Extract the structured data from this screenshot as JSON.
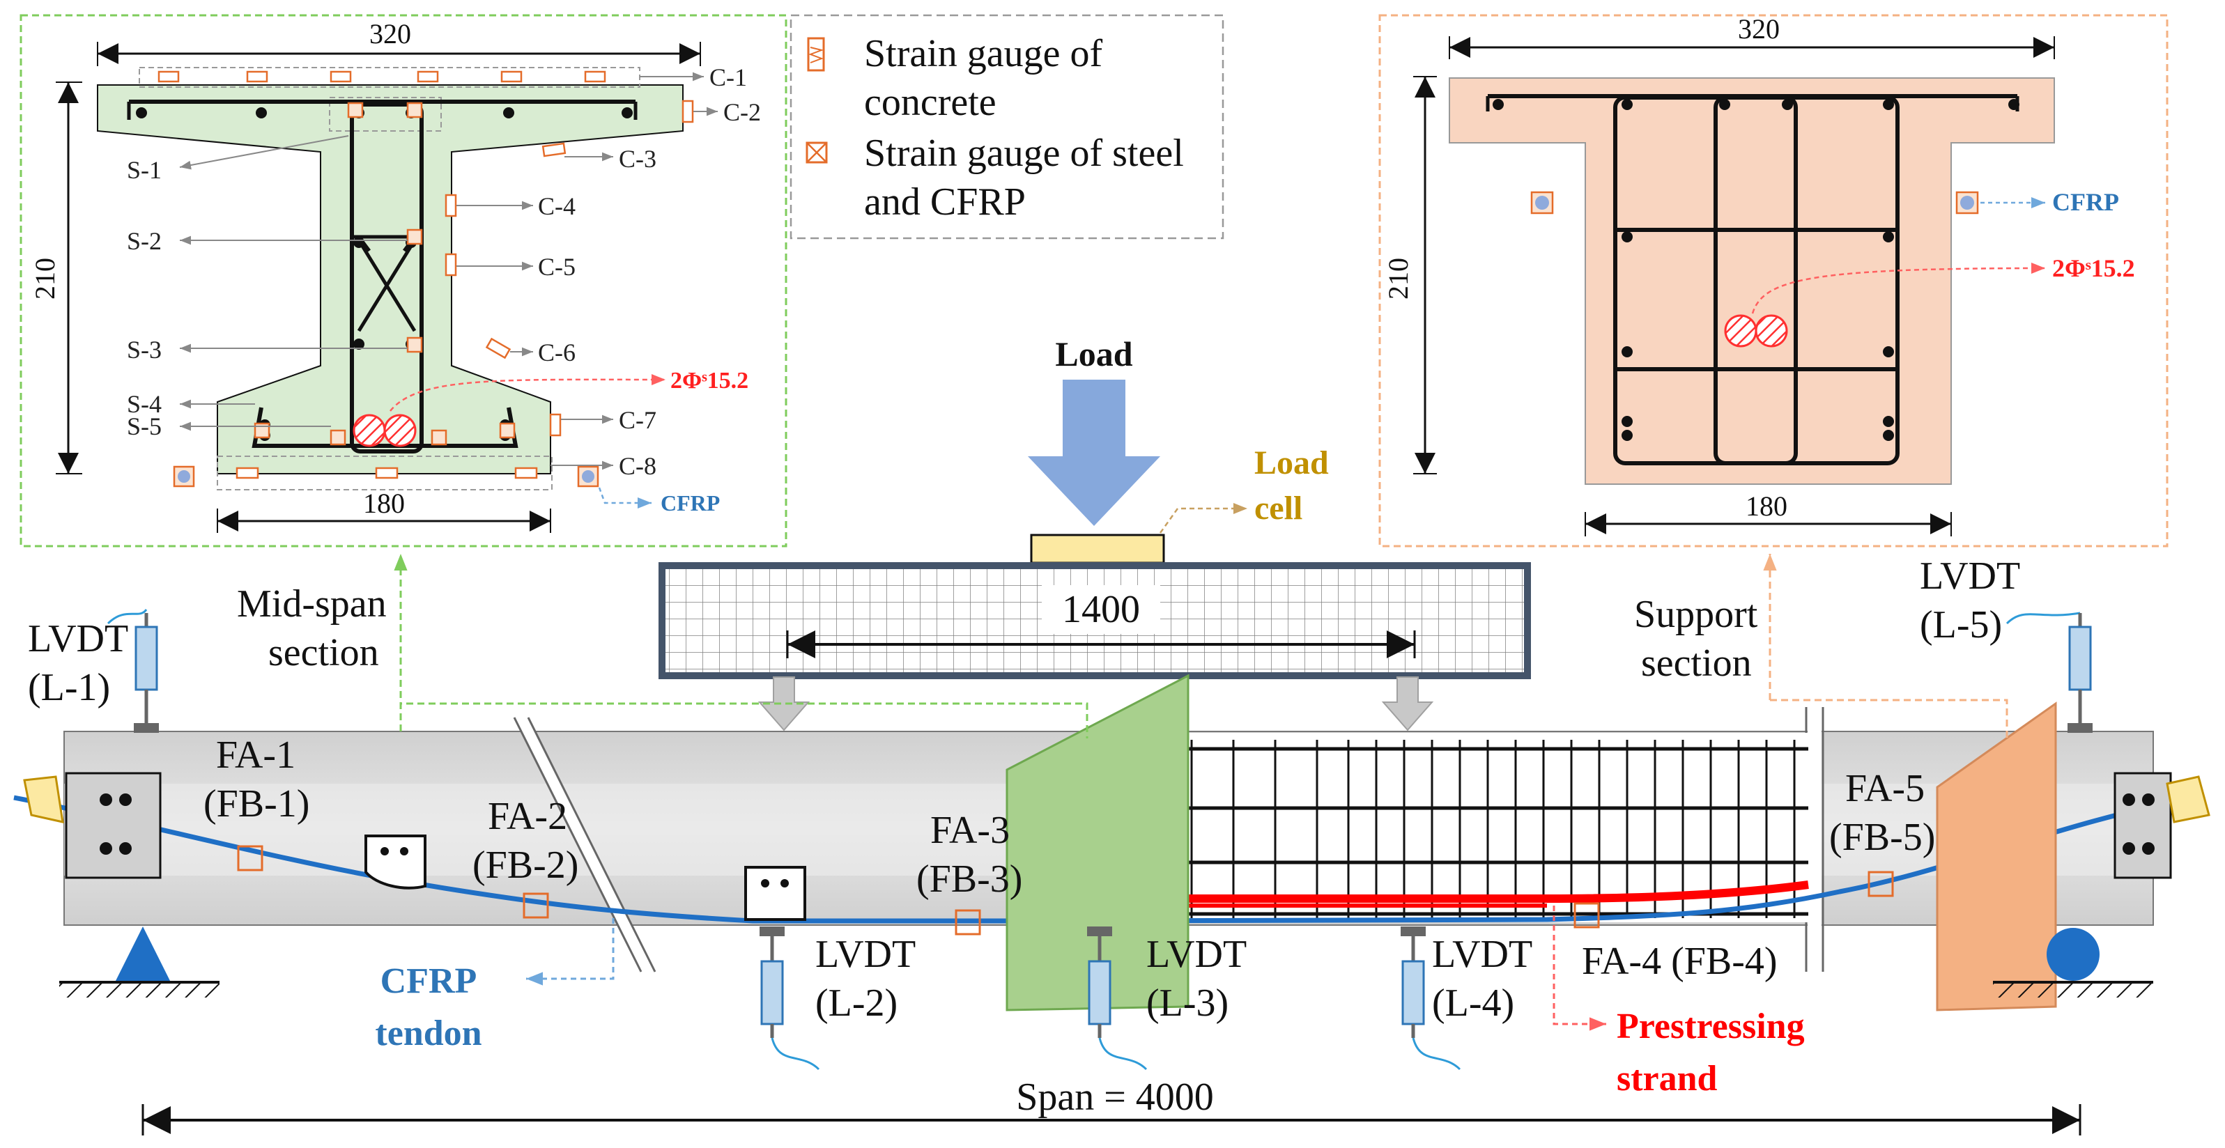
{
  "colors": {
    "green_section": "#d9ecd2",
    "peach_section": "#f9d5c0",
    "green_box": "#7fcc5c",
    "peach_box": "#f4b183",
    "cfrp_blue": "#2e75b6",
    "prestress_red": "#ff0000",
    "load_gold": "#c09000",
    "load_arrow": "#86a8dc",
    "concrete": "#d8d8d8",
    "strain_gauge": "#e46c2a"
  },
  "legend": {
    "concrete_gauge": "Strain gauge of concrete",
    "concrete_gauge_line1": "Strain gauge of",
    "concrete_gauge_line2": "concrete",
    "steel_gauge_line1": "Strain gauge of steel",
    "steel_gauge_line2": "and CFRP"
  },
  "midspan_section": {
    "width_top": "320",
    "height": "210",
    "width_bottom": "180",
    "steel_labels": [
      "S-1",
      "S-2",
      "S-3",
      "S-4",
      "S-5"
    ],
    "concrete_labels": [
      "C-1",
      "C-2",
      "C-3",
      "C-4",
      "C-5",
      "C-6",
      "C-7",
      "C-8"
    ],
    "strand_label": "2Φˢ15.2",
    "cfrp_label": "CFRP"
  },
  "support_section": {
    "width_top": "320",
    "height": "210",
    "width_bottom": "180",
    "strand_label": "2Φˢ15.2",
    "cfrp_label": "CFRP"
  },
  "beam": {
    "load": "Load",
    "load_cell_line1": "Load",
    "load_cell_line2": "cell",
    "spreader_length": "1400",
    "span": "Span = 4000",
    "midspan_line1": "Mid-span",
    "midspan_line2": "section",
    "support_line1": "Support",
    "support_line2": "section",
    "lvdts": [
      {
        "line1": "LVDT",
        "line2": "(L-1)"
      },
      {
        "line1": "LVDT",
        "line2": "(L-2)"
      },
      {
        "line1": "LVDT",
        "line2": "(L-3)"
      },
      {
        "line1": "LVDT",
        "line2": "(L-4)"
      },
      {
        "line1": "LVDT",
        "line2": "(L-5)"
      }
    ],
    "gauges": [
      {
        "line1": "FA-1",
        "line2": "(FB-1)"
      },
      {
        "line1": "FA-2",
        "line2": "(FB-2)"
      },
      {
        "line1": "FA-3",
        "line2": "(FB-3)"
      },
      {
        "line1": "FA-4 (FB-4)",
        "line2": ""
      },
      {
        "line1": "FA-5",
        "line2": "(FB-5)"
      }
    ],
    "cfrp_tendon_line1": "CFRP",
    "cfrp_tendon_line2": "tendon",
    "prestress_line1": "Prestressing",
    "prestress_line2": "strand"
  }
}
